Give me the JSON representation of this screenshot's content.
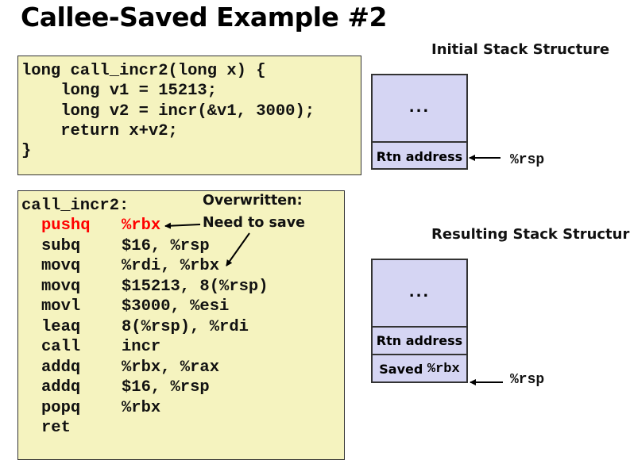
{
  "title": "Callee-Saved Example #2",
  "c_code": [
    "long call_incr2(long x) {",
    "    long v1 = 15213;",
    "    long v2 = incr(&v1, 3000);",
    "    return x+v2;",
    "}"
  ],
  "asm": {
    "label": "call_incr2:",
    "lines": [
      {
        "op": "pushq",
        "args": "%rbx",
        "highlight": true
      },
      {
        "op": "subq",
        "args": "$16, %rsp"
      },
      {
        "op": "movq",
        "args": "%rdi, %rbx"
      },
      {
        "op": "movq",
        "args": "$15213, 8(%rsp)"
      },
      {
        "op": "movl",
        "args": "$3000, %esi"
      },
      {
        "op": "leaq",
        "args": "8(%rsp), %rdi"
      },
      {
        "op": "call",
        "args": "incr"
      },
      {
        "op": "addq",
        "args": "%rbx, %rax"
      },
      {
        "op": "addq",
        "args": "$16, %rsp"
      },
      {
        "op": "popq",
        "args": "%rbx"
      },
      {
        "op": "ret",
        "args": ""
      }
    ],
    "highlight_color": "#ff0000"
  },
  "annotation": {
    "line1": "Overwritten:",
    "line2": "Need to save"
  },
  "initial_stack": {
    "title": "Initial Stack Structure",
    "dots": "...",
    "cells": [
      "Rtn address"
    ],
    "pointer": "%rsp"
  },
  "resulting_stack": {
    "title": "Resulting Stack Structure",
    "dots": "...",
    "cells": [
      "Rtn address"
    ],
    "saved_prefix": "Saved ",
    "saved_reg": "%rbx",
    "pointer": "%rsp"
  },
  "colors": {
    "code_bg": "#f5f3bf",
    "stack_bg": "#d5d5f3"
  }
}
